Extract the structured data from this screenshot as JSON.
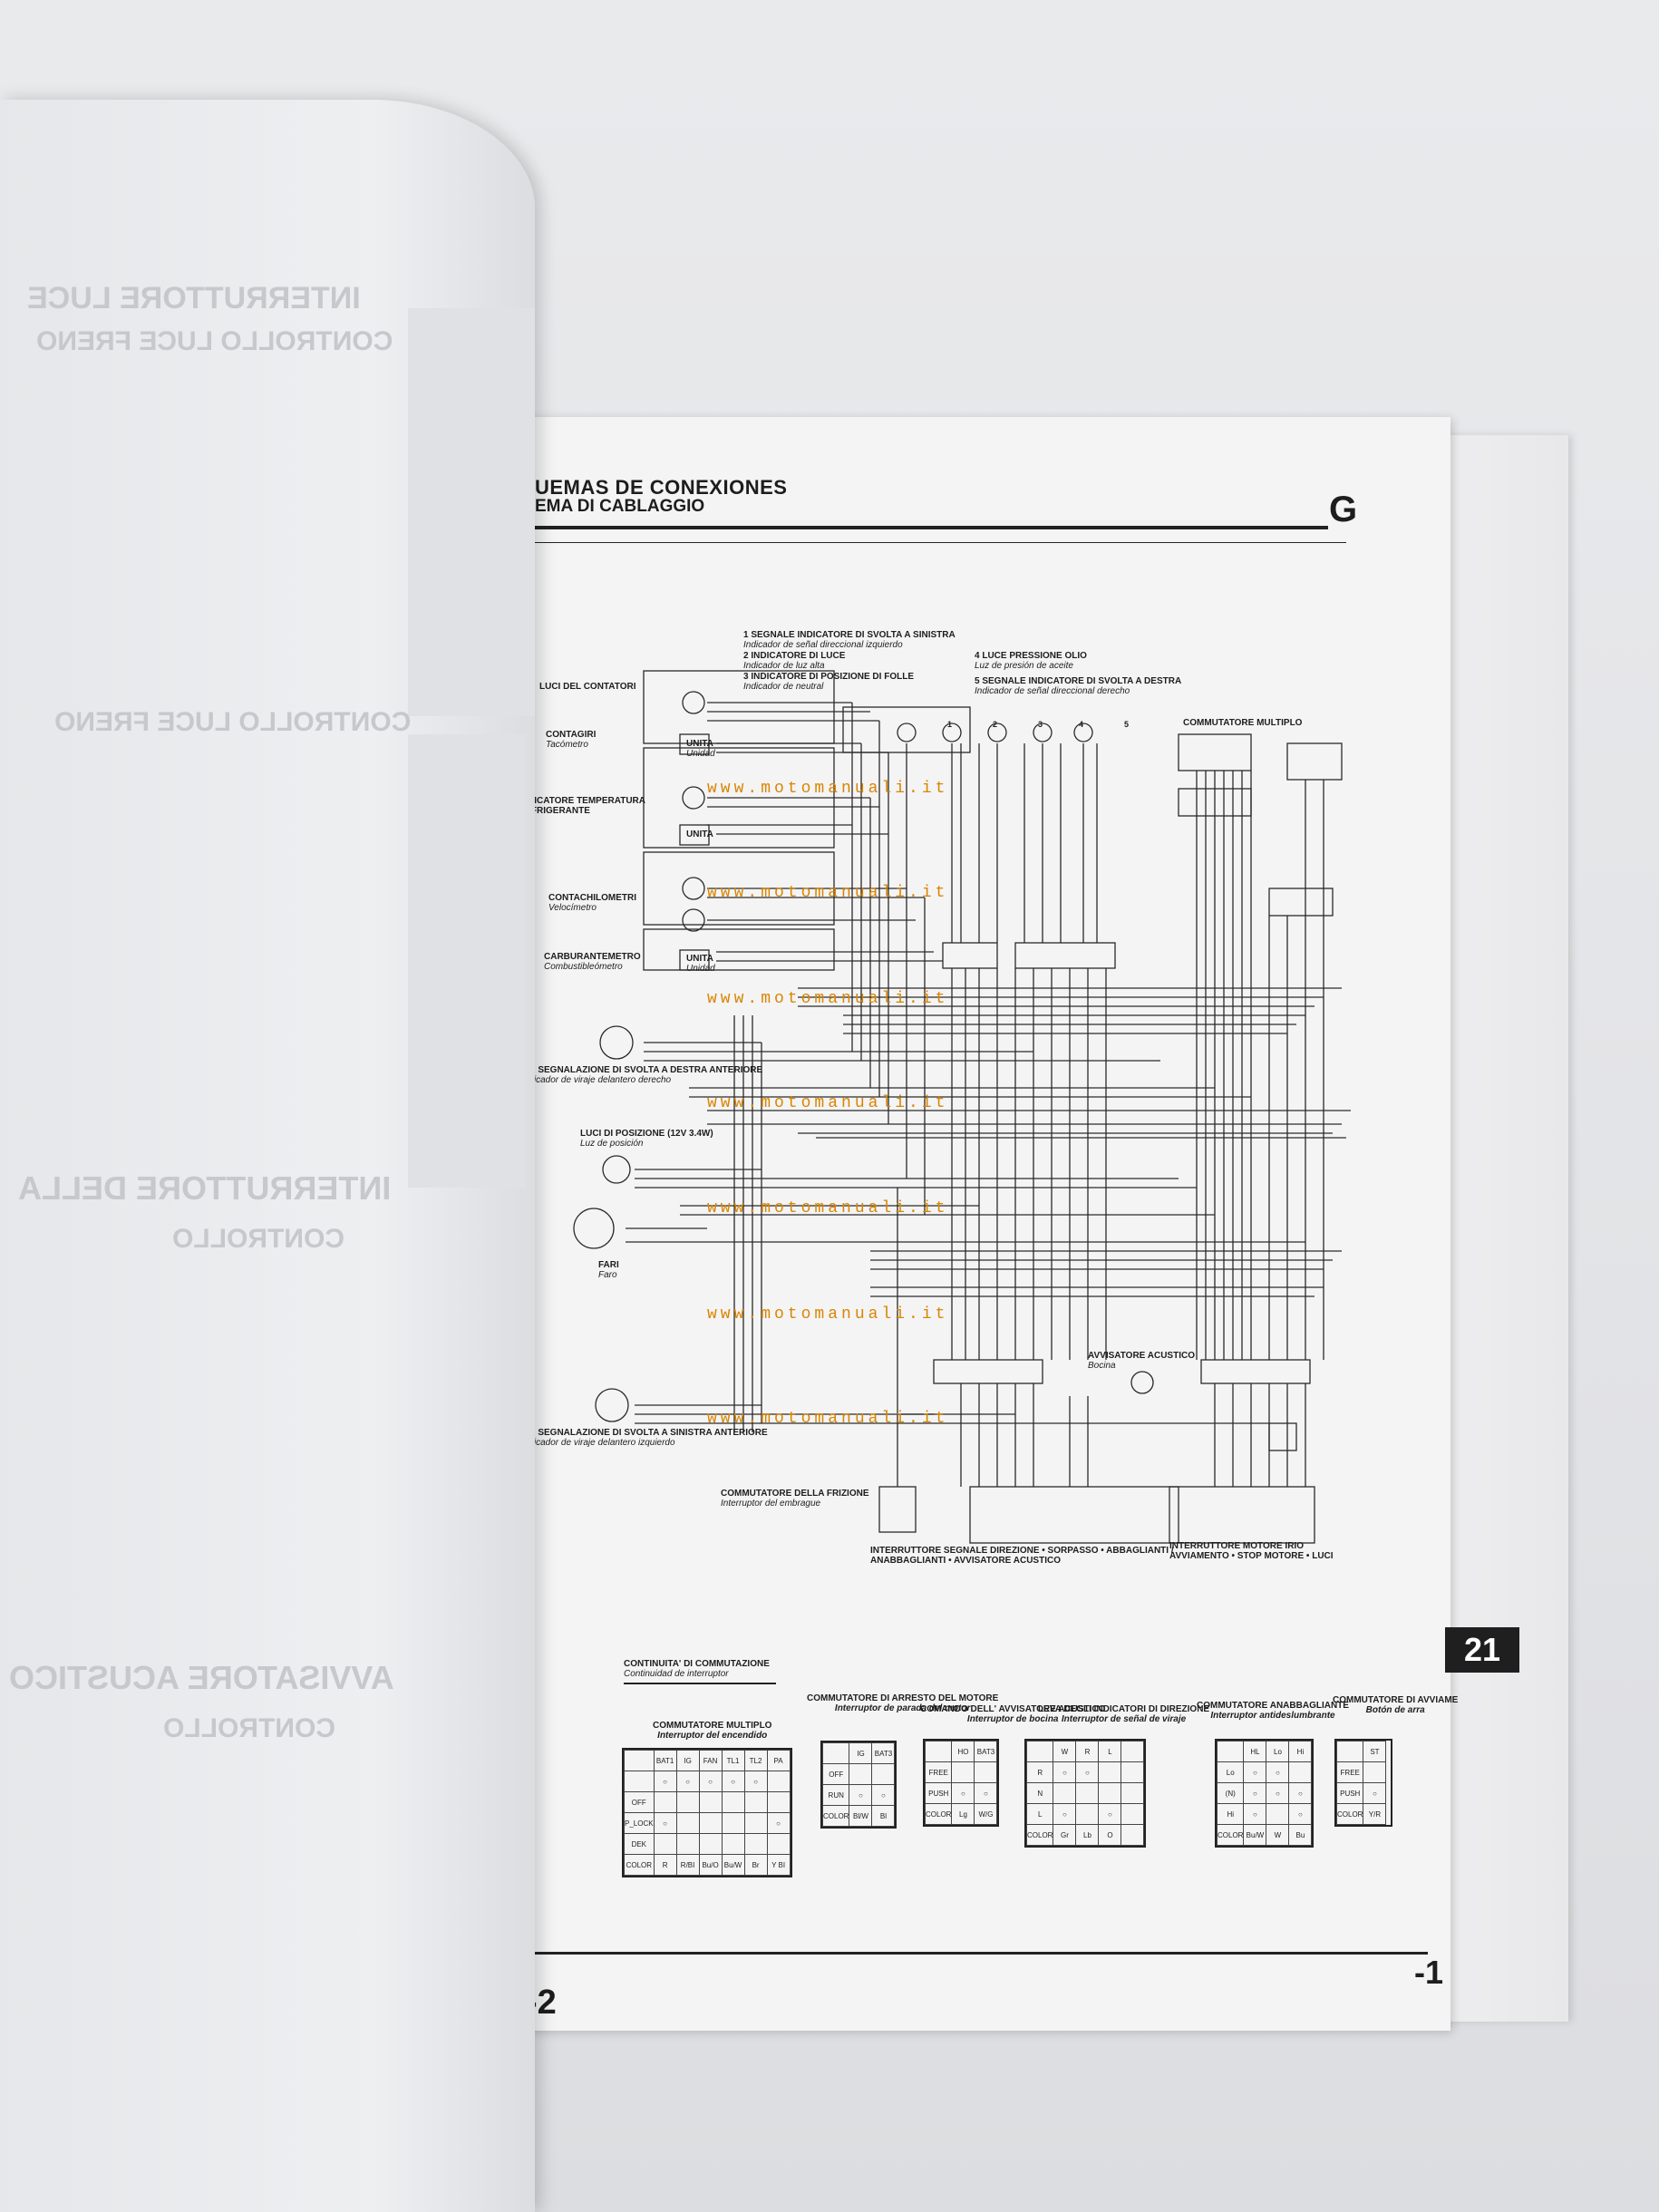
{
  "book": {
    "header_es": "UEMAS DE CONEXIONES",
    "header_it": "EMA DI CABLAGGIO",
    "section_letter": "G",
    "tab_number": "21",
    "page_left_number": "-2",
    "page_right_number": "-1",
    "watermark": "www.motomanuali.it"
  },
  "legend": [
    {
      "n": "1",
      "it": "SEGNALE INDICATORE DI SVOLTA A SINISTRA",
      "es": "Indicador de señal direccional izquierdo"
    },
    {
      "n": "2",
      "it": "INDICATORE DI LUCE",
      "es": "Indicador de luz alta"
    },
    {
      "n": "3",
      "it": "INDICATORE DI POSIZIONE DI FOLLE",
      "es": "Indicador de neutral"
    },
    {
      "n": "4",
      "it": "LUCE PRESSIONE OLIO",
      "es": "Luz de presión de aceite"
    },
    {
      "n": "5",
      "it": "SEGNALE INDICATORE DI SVOLTA A DESTRA",
      "es": "Indicador de señal direccional derecho"
    }
  ],
  "labels": {
    "luci_contatori": "LUCI DEL CONTATORI",
    "contagiri": "CONTAGIRI",
    "contagiri_es": "Tacómetro",
    "indicatore_temp": "INDICATORE TEMPERATURA REFRIGERANTE",
    "contachilometri": "CONTACHILOMETRI",
    "contachilometri_es": "Velocímetro",
    "carburantemetro": "CARBURANTEMETRO",
    "carburantemetro_es": "Combustibleómetro",
    "unita": "UNITA",
    "unita_es": "Unidad",
    "svolta_destra": "I DI SEGNALAZIONE DI SVOLTA A DESTRA ANTERIORE",
    "svolta_destra_es": "Indicador de viraje delantero derecho",
    "luci_posizione": "LUCI DI POSIZIONE",
    "luci_posizione_es": "Luz de posición",
    "luci_posizione_w": "(12V 3.4W)",
    "fari": "FARI",
    "fari_es": "Faro",
    "svolta_sinistra": "I DI SEGNALAZIONE DI SVOLTA A SINISTRA ANTERIORE",
    "svolta_sinistra_es": "Indicador de viraje delantero izquierdo",
    "frizione": "COMMUTATORE DELLA FRIZIONE",
    "frizione_es": "Interruptor del embrague",
    "avvisatore": "AVVISATORE ACUSTICO",
    "avvisatore_es": "Bocina",
    "commutatore_multiplo": "COMMUTATORE MULTIPLO",
    "interruttore_segnale": "INTERRUTTORE SEGNALE DIREZIONE • SORPASSO • ABBAGLIANTI / ANABBAGLIANTI • AVVISATORE ACUSTICO",
    "interruttore_motore": "INTERRUTTORE MOTORE IRIO AVVIAMENTO • STOP MOTORE • LUCI"
  },
  "continuity": {
    "title": "CONTINUITA' DI COMMUTAZIONE",
    "title_es": "Continuidad de interruptor",
    "tables": [
      {
        "title": "COMMUTATORE MULTIPLO",
        "sub": "Interruptor del encendido",
        "cols": [
          "BAT1",
          "IG",
          "FAN",
          "TL1",
          "TL2",
          "PA"
        ],
        "rows": [
          "OFF",
          "P_LOCK",
          "DEK"
        ],
        "color": [
          "R",
          "R/BI",
          "Bu/O",
          "Bu/W",
          "Br",
          "Y BI"
        ]
      },
      {
        "title": "COMMUTATORE DI ARRESTO DEL MOTORE",
        "sub": "Interruptor de parada del motor",
        "cols": [
          "IG",
          "BAT3"
        ],
        "rows": [
          "OFF",
          "RUN"
        ],
        "color": [
          "Bl/W",
          "Bl"
        ]
      },
      {
        "title": "COMANDO DELL' AVVISATORE ACUSTICO",
        "sub": "Interruptor de bocina",
        "cols": [
          "HO",
          "BAT3"
        ],
        "rows": [
          "FREE",
          "PUSH"
        ],
        "color": [
          "Lg",
          "W/G"
        ]
      },
      {
        "title": "LEVA DEGLI INDICATORI DI DIREZIONE",
        "sub": "Interruptor de señal de viraje",
        "cols": [
          "W",
          "R",
          "L"
        ],
        "rows": [
          "R",
          "N",
          "L"
        ],
        "color": [
          "Gr",
          "Lb",
          "O"
        ]
      },
      {
        "title": "COMMUTATORE ANABBAGLIANTE",
        "sub": "Interruptor antideslumbrante",
        "cols": [
          "HL",
          "Lo",
          "Hi"
        ],
        "rows": [
          "Lo",
          "(N)",
          "Hi"
        ],
        "color": [
          "Bu/W",
          "W",
          "Bu"
        ]
      },
      {
        "title": "COMMUTATORE DI AVVIAME",
        "sub": "Botón de arra",
        "cols": [
          "ST"
        ],
        "rows": [
          "FREE",
          "PUSH"
        ],
        "color": [
          "Y/R"
        ]
      }
    ]
  },
  "mirrored_text": [
    "INTERRUTTORE LUCE",
    "CONTROLLO LUCE FRENO",
    "INTERRUTTORE DELLA",
    "CONTROLLO",
    "AVVISATORE ACUSTICO",
    "CONTROLLO"
  ]
}
